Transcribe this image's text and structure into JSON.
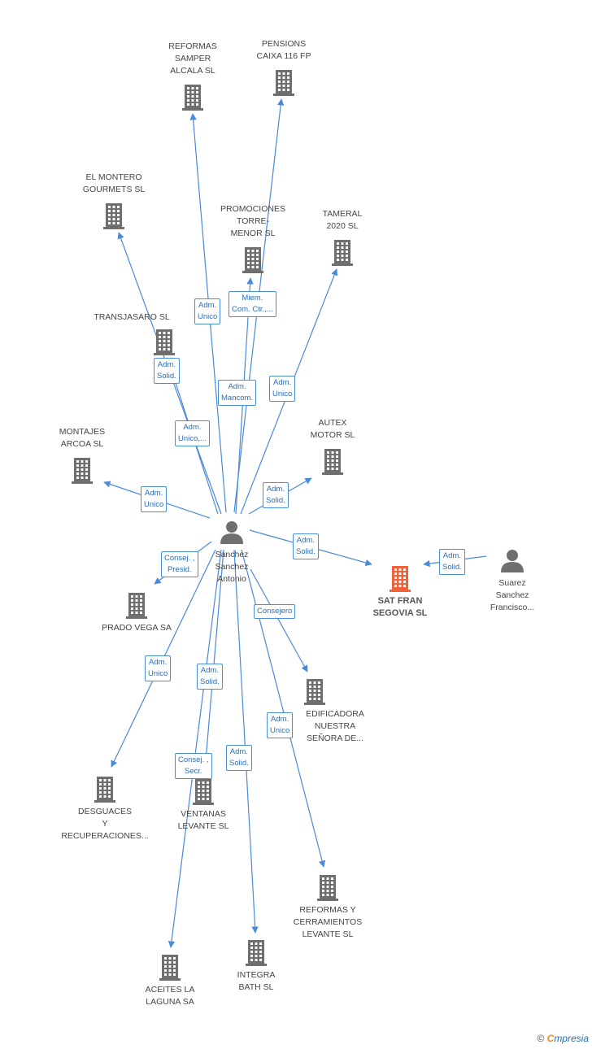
{
  "colors": {
    "edge": "#4a8ad8",
    "building": "#6f6f6f",
    "main_building": "#f0633a",
    "person": "#6f6f6f",
    "label_text": "#444444"
  },
  "nodes": [
    {
      "id": "sanchez",
      "type": "person",
      "label": "Sanchez\nSanchez\nAntonio"
    },
    {
      "id": "suarez",
      "type": "person",
      "label": "Suarez\nSanchez\nFrancisco..."
    },
    {
      "id": "satfran",
      "type": "main-company",
      "label": "SAT FRAN\nSEGOVIA SL"
    },
    {
      "id": "reformas_samper",
      "type": "company",
      "label": "REFORMAS\nSAMPER\nALCALA SL"
    },
    {
      "id": "pensions",
      "type": "company",
      "label": "PENSIONS\nCAIXA 116 FP"
    },
    {
      "id": "montero",
      "type": "company",
      "label": "EL MONTERO\nGOURMETS SL"
    },
    {
      "id": "promociones",
      "type": "company",
      "label": "PROMOCIONES\nTORRE-\nMENOR SL"
    },
    {
      "id": "tameral",
      "type": "company",
      "label": "TAMERAL\n2020 SL"
    },
    {
      "id": "transjasaro",
      "type": "company",
      "label": "TRANSJASARO SL"
    },
    {
      "id": "montajes",
      "type": "company",
      "label": "MONTAJES\nARCOA  SL"
    },
    {
      "id": "autex",
      "type": "company",
      "label": "AUTEX\nMOTOR SL"
    },
    {
      "id": "prado",
      "type": "company",
      "label": "PRADO VEGA SA"
    },
    {
      "id": "edificadora",
      "type": "company",
      "label": "EDIFICADORA\nNUESTRA\nSEÑORA DE..."
    },
    {
      "id": "desguaces",
      "type": "company",
      "label": "DESGUACES\nY\nRECUPERACIONES..."
    },
    {
      "id": "ventanas",
      "type": "company",
      "label": "VENTANAS\nLEVANTE SL"
    },
    {
      "id": "reformas_cerr",
      "type": "company",
      "label": "REFORMAS Y\nCERRAMIENTOS\nLEVANTE SL"
    },
    {
      "id": "aceites",
      "type": "company",
      "label": "ACEITES LA\nLAGUNA SA"
    },
    {
      "id": "integra",
      "type": "company",
      "label": "INTEGRA\nBATH  SL"
    }
  ],
  "edges": [
    {
      "from": "sanchez",
      "to": "reformas_samper",
      "label": "Adm.\nUnico"
    },
    {
      "from": "sanchez",
      "to": "pensions",
      "label": "Adm.\nMancom."
    },
    {
      "from": "sanchez",
      "to": "montero",
      "label": "Adm.\nUnico,..."
    },
    {
      "from": "sanchez",
      "to": "promociones",
      "label": "Miem.\nCom. Ctr.,..."
    },
    {
      "from": "sanchez",
      "to": "tameral",
      "label": "Adm.\nUnico"
    },
    {
      "from": "sanchez",
      "to": "transjasaro",
      "label": "Adm.\nSolid."
    },
    {
      "from": "sanchez",
      "to": "montajes",
      "label": "Adm.\nUnico"
    },
    {
      "from": "sanchez",
      "to": "autex",
      "label": "Adm.\nSolid."
    },
    {
      "from": "sanchez",
      "to": "satfran",
      "label": "Adm.\nSolid."
    },
    {
      "from": "suarez",
      "to": "satfran",
      "label": "Adm.\nSolid."
    },
    {
      "from": "sanchez",
      "to": "prado",
      "label": "Consej. ,\nPresid."
    },
    {
      "from": "sanchez",
      "to": "edificadora",
      "label": "Consejero"
    },
    {
      "from": "sanchez",
      "to": "desguaces",
      "label": "Adm.\nUnico"
    },
    {
      "from": "sanchez",
      "to": "ventanas",
      "label": "Consej. ,\nSecr."
    },
    {
      "from": "sanchez",
      "to": "reformas_cerr",
      "label": "Adm.\nUnico"
    },
    {
      "from": "sanchez",
      "to": "aceites",
      "label": "Adm.\nSolid."
    },
    {
      "from": "sanchez",
      "to": "integra",
      "label": "Adm.\nSolid."
    }
  ],
  "footer": {
    "copyright": "©",
    "brand_e": "C",
    "brand_rest": "mpresia"
  }
}
